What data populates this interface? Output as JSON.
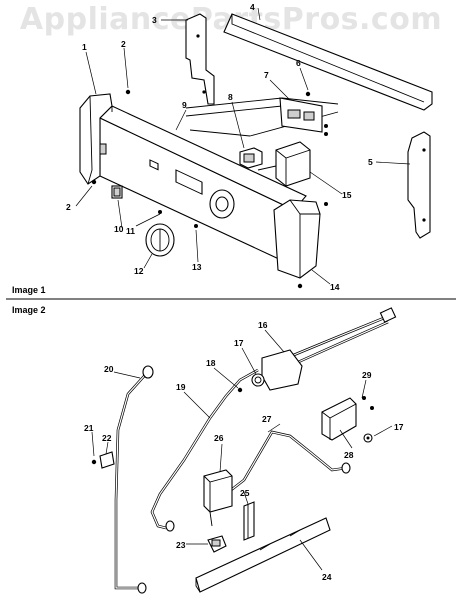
{
  "watermark": "AppliancePartsPros.com",
  "sections": [
    {
      "label": "Image 1"
    },
    {
      "label": "Image 2"
    }
  ],
  "callouts": {
    "c1": "1",
    "c2a": "2",
    "c2b": "2",
    "c3": "3",
    "c4": "4",
    "c5": "5",
    "c6": "6",
    "c7": "7",
    "c8": "8",
    "c9": "9",
    "c10": "10",
    "c11": "11",
    "c12": "12",
    "c13": "13",
    "c14": "14",
    "c15": "15",
    "c16": "16",
    "c17a": "17",
    "c17b": "17",
    "c18": "18",
    "c19": "19",
    "c20": "20",
    "c21": "21",
    "c22": "22",
    "c23": "23",
    "c24": "24",
    "c25": "25",
    "c26": "26",
    "c27": "27",
    "c28": "28",
    "c29": "29"
  }
}
